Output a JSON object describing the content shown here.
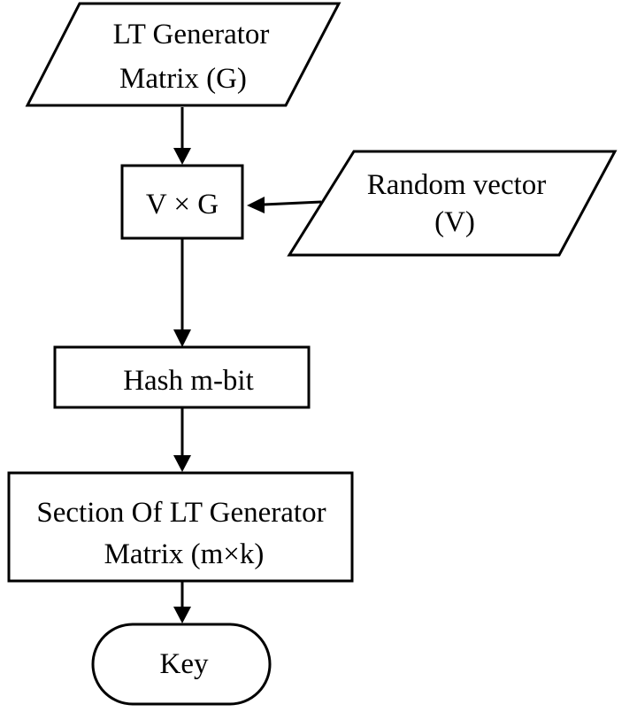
{
  "nodes": {
    "lt_generator": {
      "line1": "LT Generator",
      "line2": "Matrix (G)"
    },
    "v_times_g": {
      "line1": "V × G"
    },
    "random_vector": {
      "line1": "Random vector",
      "line2": "(V)"
    },
    "hash": {
      "line1": "Hash m-bit"
    },
    "section": {
      "line1": "Section Of LT Generator",
      "line2": "Matrix (m×k)"
    },
    "key": {
      "line1": "Key"
    }
  },
  "colors": {
    "stroke": "#000000",
    "fill": "#ffffff"
  }
}
